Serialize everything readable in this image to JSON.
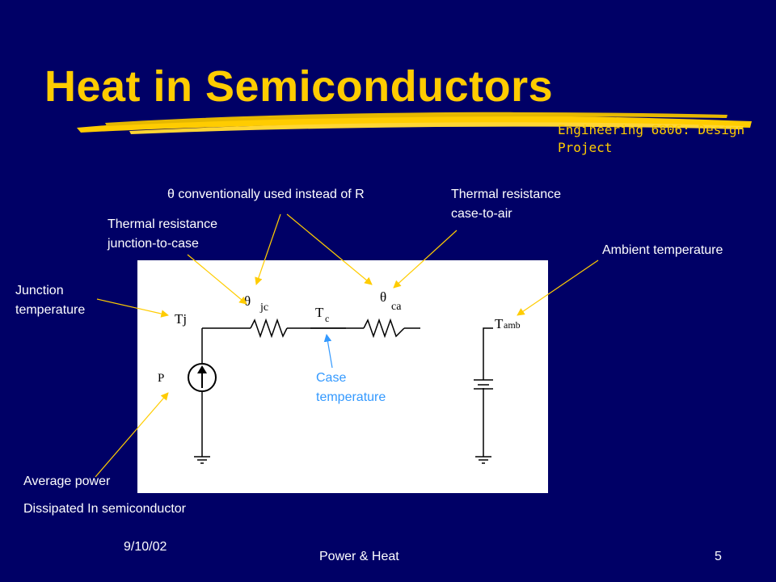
{
  "slide": {
    "title": "Heat in Semiconductors",
    "course_line1": "Engineering 6806: Design",
    "course_line2": "Project"
  },
  "labels": {
    "theta_note": "θ conventionally used instead of R",
    "rca_line1": "Thermal resistance",
    "rca_line2": "case-to-air",
    "rjc_line1": "Thermal resistance",
    "rjc_line2": "junction-to-case",
    "ambient": "Ambient temperature",
    "junction_line1": "Junction",
    "junction_line2": "temperature",
    "case_line1": "Case",
    "case_line2": "temperature",
    "power_line1": "Average power",
    "power_line2": "Dissipated In semiconductor"
  },
  "circuit": {
    "tj": "Tj",
    "theta_sym": "θ",
    "jc_sub": "jc",
    "ca_sub": "ca",
    "tc_main": "T",
    "tc_sub": "c",
    "tamb_main": "T",
    "tamb_sub": "amb",
    "p": "P"
  },
  "footer": {
    "date": "9/10/02",
    "section": "Power & Heat",
    "page": "5"
  },
  "colors": {
    "background": "#000066",
    "title": "#ffcc00",
    "arrow": "#ffcc00",
    "case_label": "#3399ff"
  }
}
